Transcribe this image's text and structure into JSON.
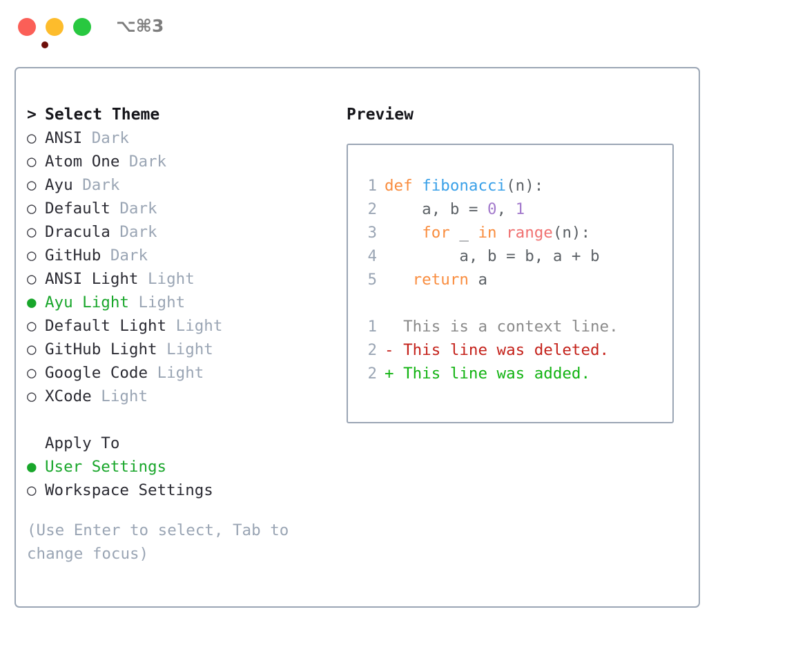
{
  "window": {
    "shortcut": "⌥⌘3",
    "traffic_lights": [
      {
        "name": "close",
        "color": "#fb5f57"
      },
      {
        "name": "minimize",
        "color": "#fdbc2c"
      },
      {
        "name": "maximize",
        "color": "#28c840"
      }
    ]
  },
  "theme_picker": {
    "title": "Select Theme",
    "caret": ">",
    "items": [
      {
        "name": "ANSI",
        "variant": "Dark",
        "selected": false
      },
      {
        "name": "Atom One",
        "variant": "Dark",
        "selected": false
      },
      {
        "name": "Ayu",
        "variant": "Dark",
        "selected": false
      },
      {
        "name": "Default",
        "variant": "Dark",
        "selected": false
      },
      {
        "name": "Dracula",
        "variant": "Dark",
        "selected": false
      },
      {
        "name": "GitHub",
        "variant": "Dark",
        "selected": false
      },
      {
        "name": "ANSI Light",
        "variant": "Light",
        "selected": false
      },
      {
        "name": "Ayu Light",
        "variant": "Light",
        "selected": true
      },
      {
        "name": "Default Light",
        "variant": "Light",
        "selected": false
      },
      {
        "name": "GitHub Light",
        "variant": "Light",
        "selected": false
      },
      {
        "name": "Google Code",
        "variant": "Light",
        "selected": false
      },
      {
        "name": "XCode",
        "variant": "Light",
        "selected": false
      }
    ]
  },
  "apply_to": {
    "title": "Apply To",
    "options": [
      {
        "label": "User Settings",
        "selected": true
      },
      {
        "label": "Workspace Settings",
        "selected": false
      }
    ]
  },
  "hint": "(Use Enter to select, Tab to change focus)",
  "preview": {
    "title": "Preview",
    "code_lines": [
      {
        "num": "1",
        "tokens": [
          {
            "t": "def",
            "c": "kw"
          },
          {
            "t": " ",
            "c": "pln"
          },
          {
            "t": "fibonacci",
            "c": "fn"
          },
          {
            "t": "(n):",
            "c": "punc"
          }
        ]
      },
      {
        "num": "2",
        "tokens": [
          {
            "t": "    a, b = ",
            "c": "pln"
          },
          {
            "t": "0",
            "c": "num"
          },
          {
            "t": ", ",
            "c": "pln"
          },
          {
            "t": "1",
            "c": "num"
          }
        ]
      },
      {
        "num": "3",
        "tokens": [
          {
            "t": "    ",
            "c": "pln"
          },
          {
            "t": "for",
            "c": "kw"
          },
          {
            "t": " _ ",
            "c": "pln"
          },
          {
            "t": "in",
            "c": "kw"
          },
          {
            "t": " ",
            "c": "pln"
          },
          {
            "t": "range",
            "c": "bi"
          },
          {
            "t": "(n):",
            "c": "punc"
          }
        ]
      },
      {
        "num": "4",
        "tokens": [
          {
            "t": "        a, b = b, a + b",
            "c": "pln"
          }
        ]
      },
      {
        "num": "5",
        "tokens": [
          {
            "t": "   ",
            "c": "pln"
          },
          {
            "t": "return",
            "c": "kw"
          },
          {
            "t": " a",
            "c": "pln"
          }
        ]
      }
    ],
    "diff_lines": [
      {
        "num": "1",
        "sign": " ",
        "text": " This is a context line.",
        "kind": "ctx"
      },
      {
        "num": "2",
        "sign": "-",
        "text": " This line was deleted.",
        "kind": "del"
      },
      {
        "num": "2",
        "sign": "+",
        "text": " This line was added.",
        "kind": "add"
      }
    ]
  },
  "colors": {
    "accent_green": "#18a62a",
    "muted": "#9aa5b4",
    "keyword": "#f98d3f",
    "function": "#39a0e8",
    "number": "#a37acc",
    "builtin": "#f07171",
    "diff_delete": "#c4211a",
    "diff_add": "#12b312",
    "border": "#9aa5b4"
  }
}
